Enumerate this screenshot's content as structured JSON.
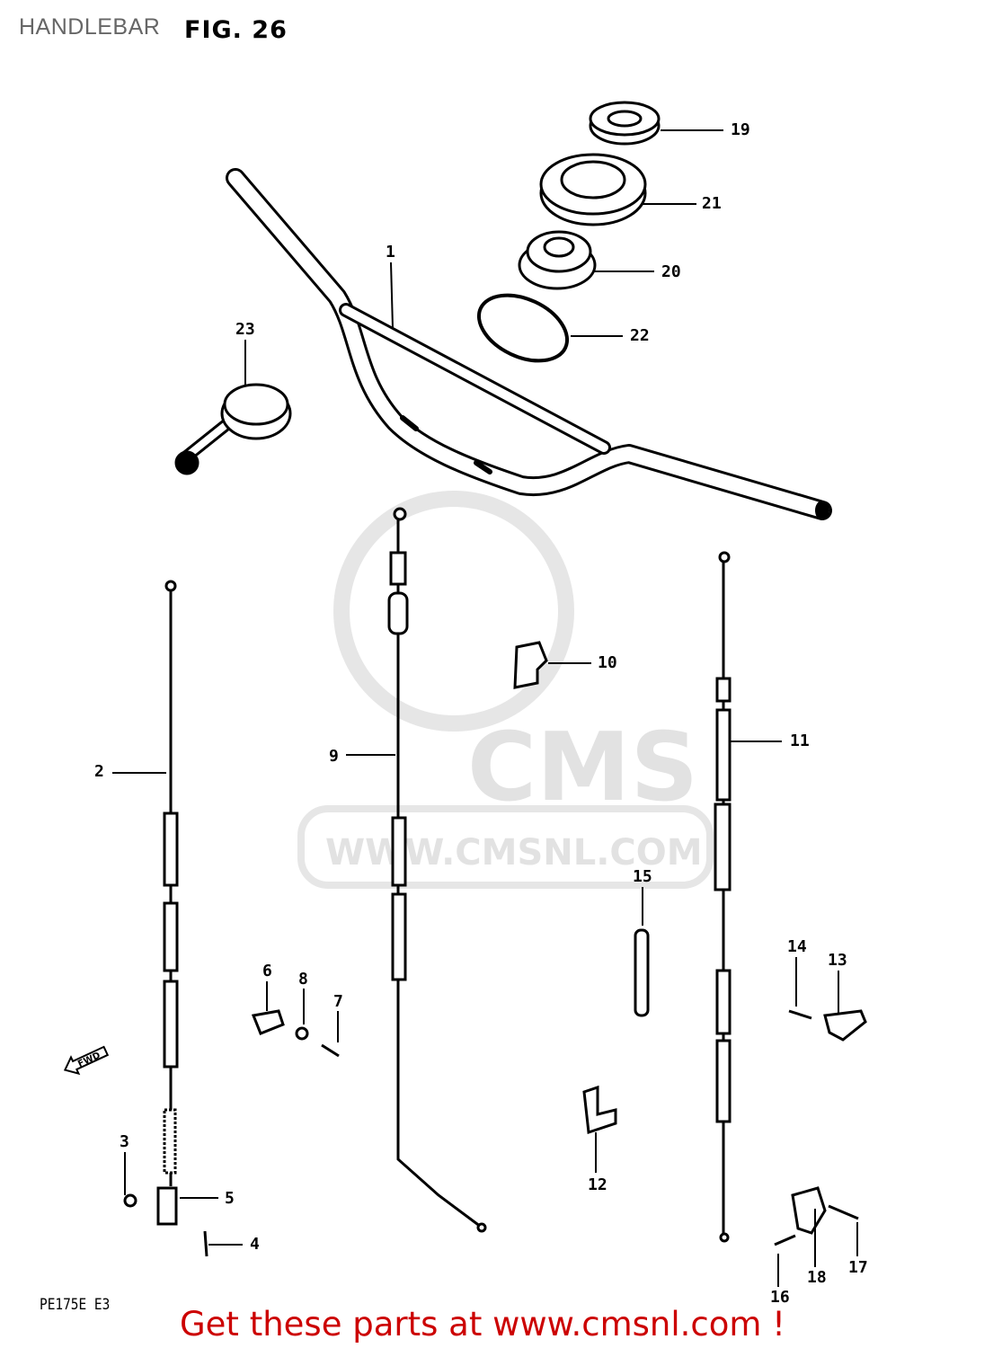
{
  "header": {
    "title": "HANDLEBAR",
    "figure": "FIG. 26"
  },
  "footer": {
    "model_code": "PE175E E3",
    "promo": "Get these parts at www.cmsnl.com !"
  },
  "watermark": {
    "logo_text": "CMS",
    "url_text": "WWW.CMSNL.COM"
  },
  "fwd_marker": "FWD",
  "callouts": {
    "p1": "1",
    "p2": "2",
    "p3": "3",
    "p4": "4",
    "p5": "5",
    "p6": "6",
    "p7": "7",
    "p8": "8",
    "p9": "9",
    "p10": "10",
    "p11": "11",
    "p12": "12",
    "p13": "13",
    "p14": "14",
    "p15": "15",
    "p16": "16",
    "p17": "17",
    "p18": "18",
    "p19": "19",
    "p20": "20",
    "p21": "21",
    "p22": "22",
    "p23": "23"
  },
  "colors": {
    "promo": "#cc0000",
    "title": "#666666",
    "watermark": "#e2e2e2"
  }
}
